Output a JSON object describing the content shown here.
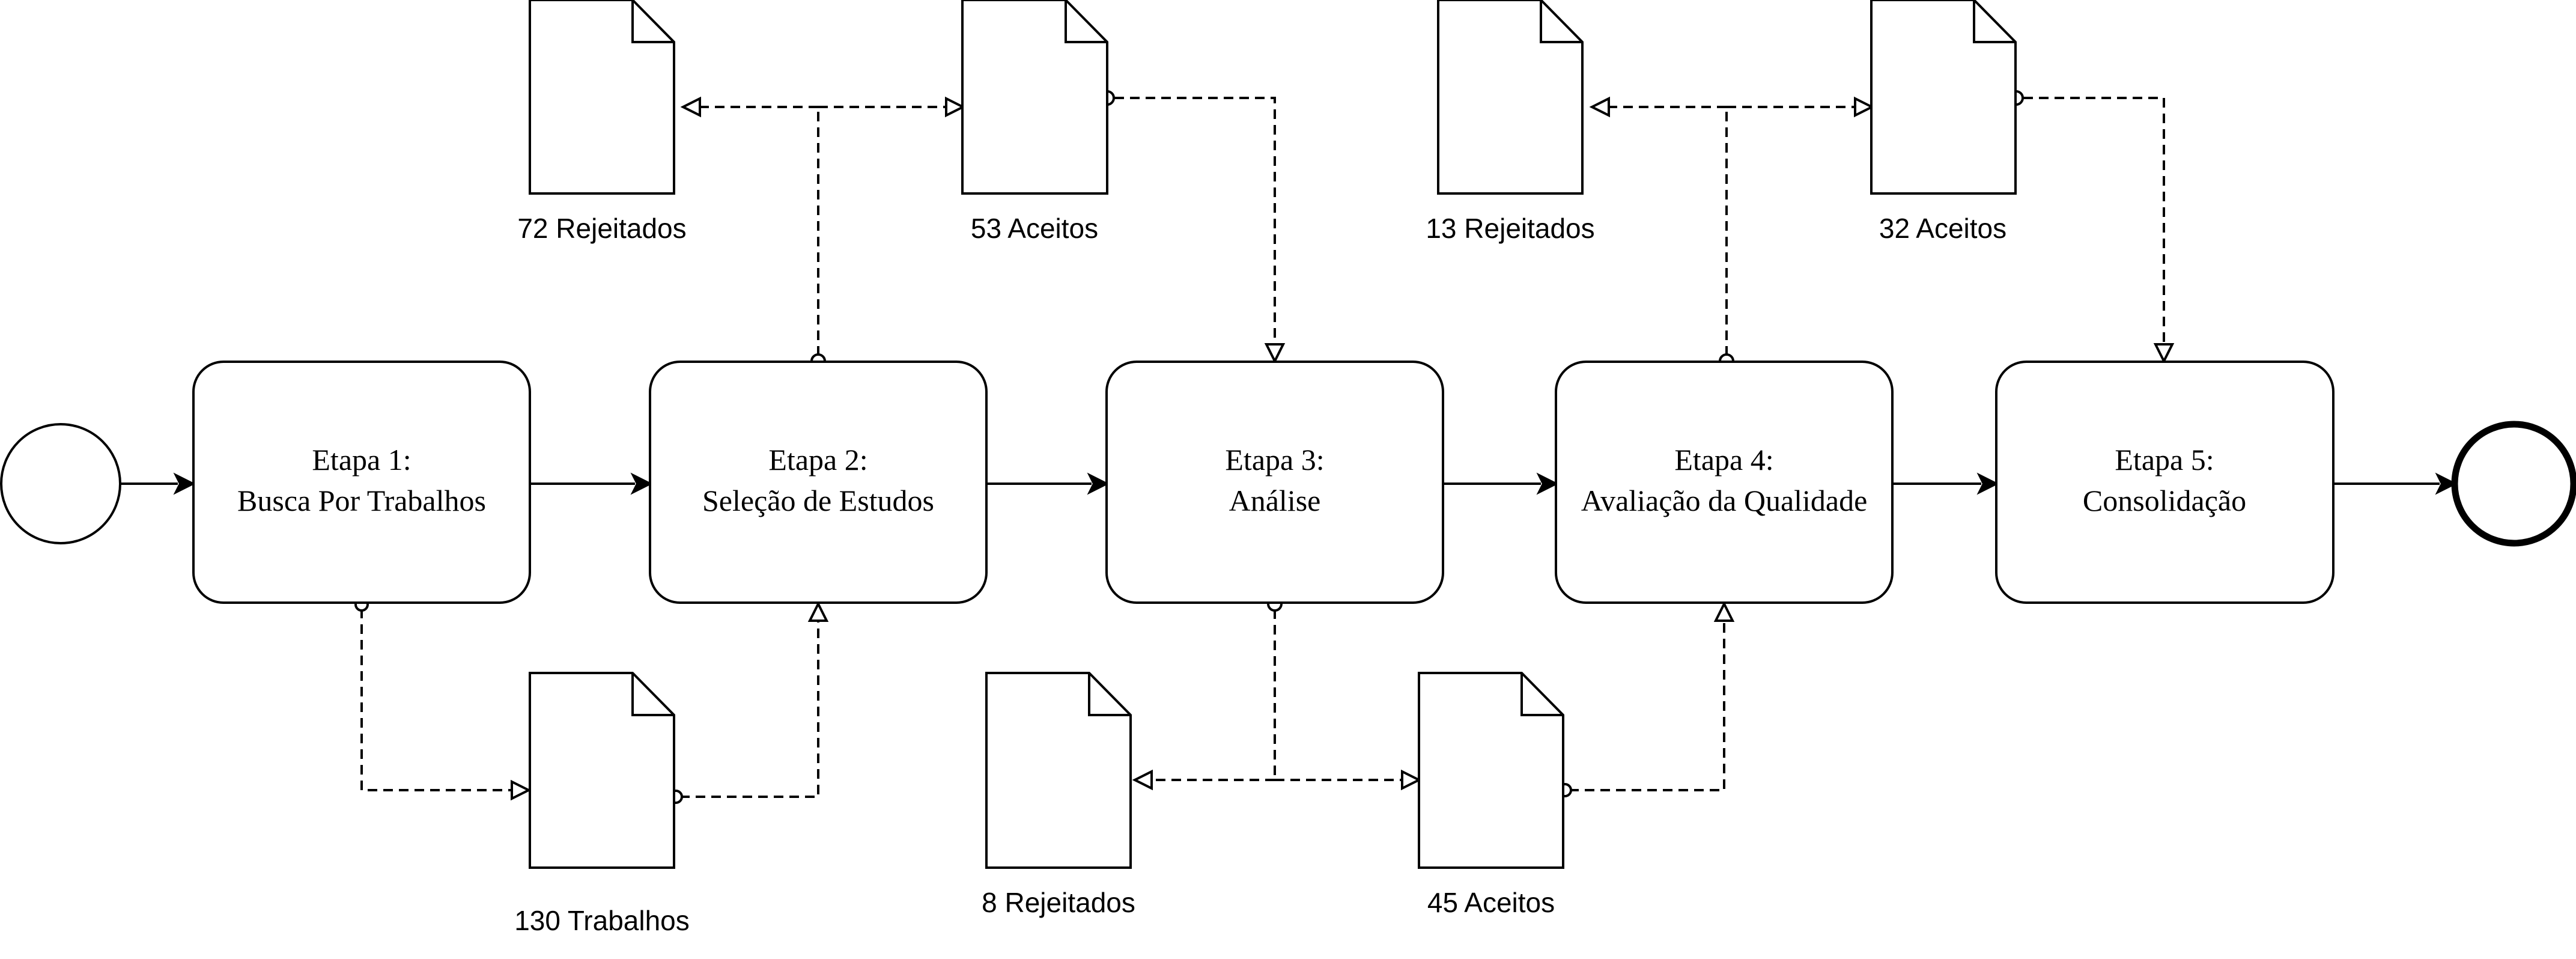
{
  "diagram": {
    "steps": [
      {
        "id": "s1",
        "line1": "Etapa 1:",
        "line2": "Busca Por Trabalhos"
      },
      {
        "id": "s2",
        "line1": "Etapa 2:",
        "line2": "Seleção de Estudos"
      },
      {
        "id": "s3",
        "line1": "Etapa 3:",
        "line2": "Análise"
      },
      {
        "id": "s4",
        "line1": "Etapa 4:",
        "line2": "Avaliação da Qualidade"
      },
      {
        "id": "s5",
        "line1": "Etapa 5:",
        "line2": "Consolidação"
      }
    ],
    "documents": [
      {
        "id": "d130",
        "label": "130 Trabalhos"
      },
      {
        "id": "d72",
        "label": "72 Rejeitados"
      },
      {
        "id": "d53",
        "label": "53 Aceitos"
      },
      {
        "id": "d8",
        "label": "8 Rejeitados"
      },
      {
        "id": "d45",
        "label": "45 Aceitos"
      },
      {
        "id": "d13",
        "label": "13 Rejeitados"
      },
      {
        "id": "d32",
        "label": "32 Aceitos"
      }
    ],
    "events": [
      {
        "id": "start",
        "kind": "start"
      },
      {
        "id": "end",
        "kind": "end"
      }
    ]
  }
}
